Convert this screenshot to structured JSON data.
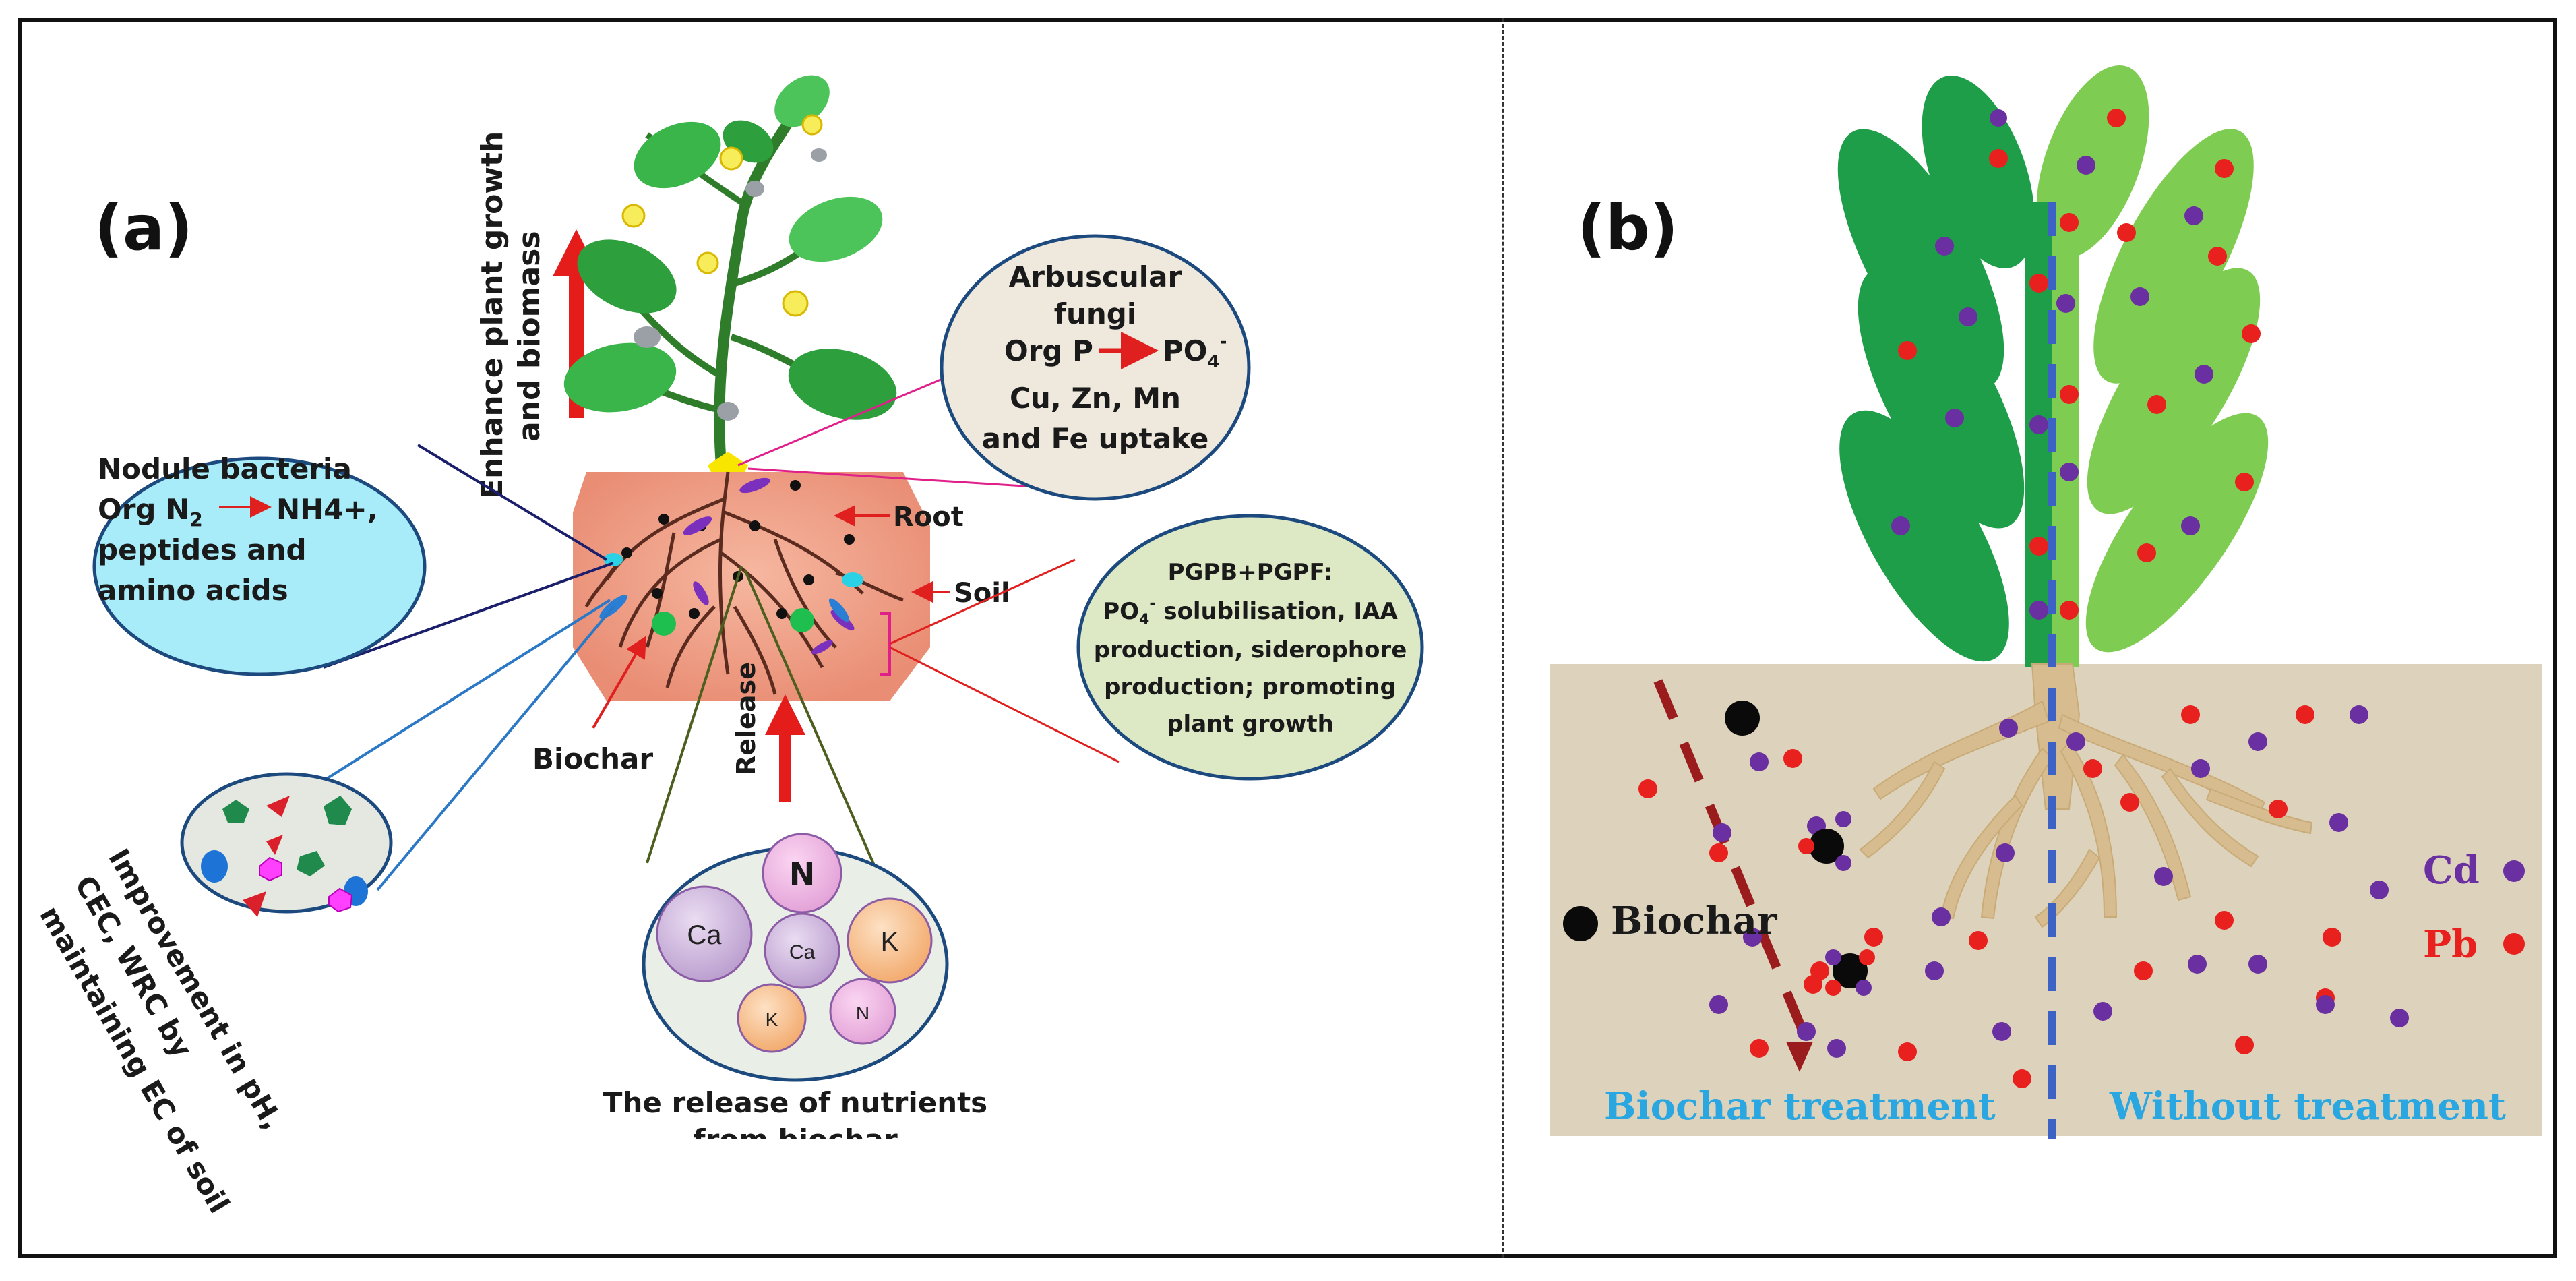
{
  "panel_a": {
    "letter": "(a)",
    "growth_label_line1": "Enhance plant growth",
    "growth_label_line2": "and biomass",
    "nodule": {
      "line1": "Nodule bacteria",
      "line2a": "Org N",
      "line2sub": "2",
      "line2b": "NH4+,",
      "line3": "peptides and",
      "line4": "amino acids"
    },
    "fungi": {
      "line1": "Arbuscular",
      "line2": "fungi",
      "line3a": "Org P",
      "line3b": "PO",
      "line3sub": "4",
      "line3sup": "-",
      "line4": "Cu, Zn, Mn",
      "line5": "and Fe uptake"
    },
    "pgpb": {
      "line1": "PGPB+PGPF:",
      "line2a": "PO",
      "line2sub": "4",
      "line2sup": "-",
      "line2b": " solubilisation, IAA",
      "line3": "production, siderophore",
      "line4": "production; promoting",
      "line5": "plant growth"
    },
    "root_label": "Root",
    "soil_label": "Soil",
    "biochar_label": "Biochar",
    "release_label": "Release",
    "nutrients": {
      "big_n": "N",
      "big_ca": "Ca",
      "small_ca": "Ca",
      "big_k": "K",
      "small_k": "K",
      "small_n": "N"
    },
    "release_caption_line1": "The release of nutrients",
    "release_caption_line2": "from biochar",
    "improvement_line1": "Improvement in pH,",
    "improvement_line2": "CEC, WRC by",
    "improvement_line3": "maintaining EC of soil"
  },
  "panel_b": {
    "letter": "(b)",
    "biochar_legend": "Biochar",
    "cd_legend": "Cd",
    "pb_legend": "Pb",
    "left_caption": "Biochar treatment",
    "right_caption": "Without treatment"
  },
  "colors": {
    "dark_green": "#1e9e48",
    "light_green": "#7fcc52",
    "cd_purple": "#6a2fa0",
    "pb_red": "#e8201e",
    "caption_blue": "#2aa6e0",
    "soil_beige": "#ddd3bd",
    "dashed_blue": "#3b62c4",
    "dashed_darkred": "#9b1c1c"
  }
}
